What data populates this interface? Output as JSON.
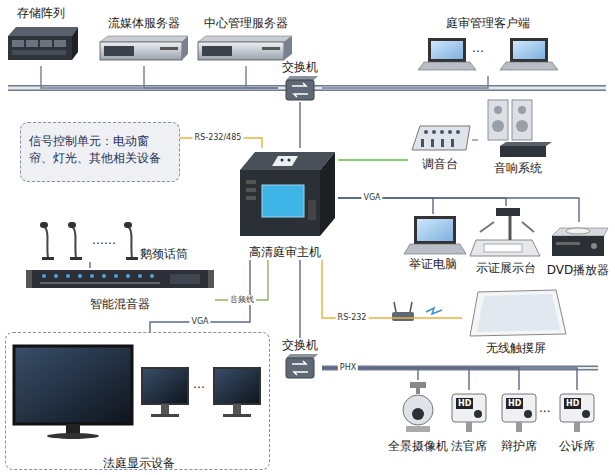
{
  "diagram": {
    "nodes": [
      {
        "text": [
          "存储阵列"
        ]
      },
      {
        "text": [
          "流媒体服务器"
        ]
      },
      {
        "text": [
          "中心管理服务器"
        ]
      },
      {
        "text": [
          "交换机"
        ]
      },
      {
        "text": [
          "庭审管理客户端"
        ]
      },
      {
        "text": [
          "信号控制单元：电动窗帘、灯光、其他相关设备"
        ]
      },
      {
        "text": [
          "调音台"
        ]
      },
      {
        "text": [
          "音响系统"
        ]
      },
      {
        "text": [
          "高清庭审主机"
        ]
      },
      {
        "text": [
          "举证电脑"
        ]
      },
      {
        "text": [
          "示证展示台"
        ]
      },
      {
        "text": [
          "DVD播放器"
        ]
      },
      {
        "text": [
          "鹅颈话筒"
        ]
      },
      {
        "text": [
          "智能混音器"
        ]
      },
      {
        "text": [
          "无线触摸屏"
        ]
      },
      {
        "text": [
          "交换机"
        ]
      },
      {
        "text": [
          "法庭显示设备"
        ]
      },
      {
        "text": [
          "全景摄像机"
        ]
      },
      {
        "text": [
          "法官席"
        ]
      },
      {
        "text": [
          "辩护席"
        ]
      },
      {
        "text": [
          "公诉席"
        ]
      }
    ],
    "edges": [
      {
        "from": 3,
        "to": 0,
        "arrow": "none"
      },
      {
        "from": 3,
        "to": 1,
        "arrow": "none"
      },
      {
        "from": 3,
        "to": 2,
        "arrow": "none"
      },
      {
        "from": 3,
        "to": 4,
        "arrow": "none"
      },
      {
        "from": 3,
        "to": 8,
        "arrow": "none"
      },
      {
        "from": 8,
        "to": 5,
        "label": "RS-232/485",
        "arrow": "none"
      },
      {
        "from": 8,
        "to": 6,
        "arrow": "none"
      },
      {
        "from": 6,
        "to": 7,
        "arrow": "none"
      },
      {
        "from": 8,
        "to": 9,
        "arrow": "none"
      },
      {
        "from": 8,
        "to": 10,
        "arrow": "none"
      },
      {
        "from": 8,
        "to": 11,
        "label": "VGA",
        "arrow": "none"
      },
      {
        "from": 12,
        "to": 13,
        "arrow": "none"
      },
      {
        "from": 8,
        "to": 13,
        "label": "音频线",
        "arrow": "none"
      },
      {
        "from": 8,
        "to": 14,
        "label": "RS-232",
        "arrow": "none"
      },
      {
        "from": 8,
        "to": 16,
        "label": "VGA",
        "arrow": "none"
      },
      {
        "from": 8,
        "to": 15,
        "arrow": "none"
      },
      {
        "from": 15,
        "to": 17,
        "label": "PHX",
        "arrow": "none"
      },
      {
        "from": 15,
        "to": 18,
        "arrow": "none"
      },
      {
        "from": 15,
        "to": 19,
        "arrow": "none"
      },
      {
        "from": 15,
        "to": 20,
        "arrow": "none"
      }
    ],
    "labels": [
      "……",
      "…",
      "…",
      "...",
      "HD",
      "HD",
      "HD"
    ]
  }
}
